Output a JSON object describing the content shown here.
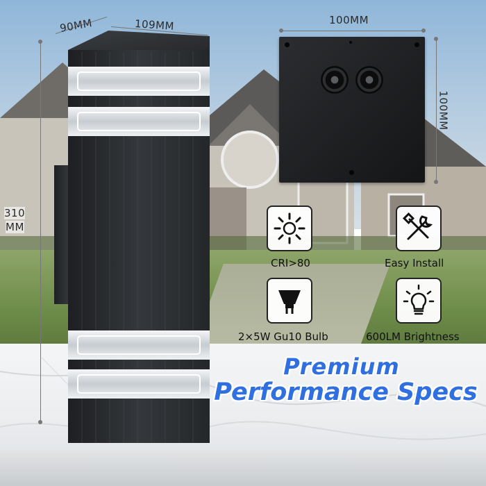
{
  "dimensions": {
    "depth": "90MM",
    "width": "109MM",
    "height_value": "310",
    "height_unit": "MM",
    "plate_width": "100MM",
    "plate_height": "100MM"
  },
  "features": [
    {
      "icon": "sun-icon",
      "label": "CRI>80"
    },
    {
      "icon": "tools-icon",
      "label": "Easy Install"
    },
    {
      "icon": "bulb-icon",
      "label": "2×5W Gu10 Bulb"
    },
    {
      "icon": "lightbulb-icon",
      "label": "600LM Brightness"
    }
  ],
  "headline": {
    "line1": "Premium",
    "line2": "Performance Specs"
  },
  "colors": {
    "headline": "#2f6fe0",
    "lamp_body": "#2b2e31"
  }
}
